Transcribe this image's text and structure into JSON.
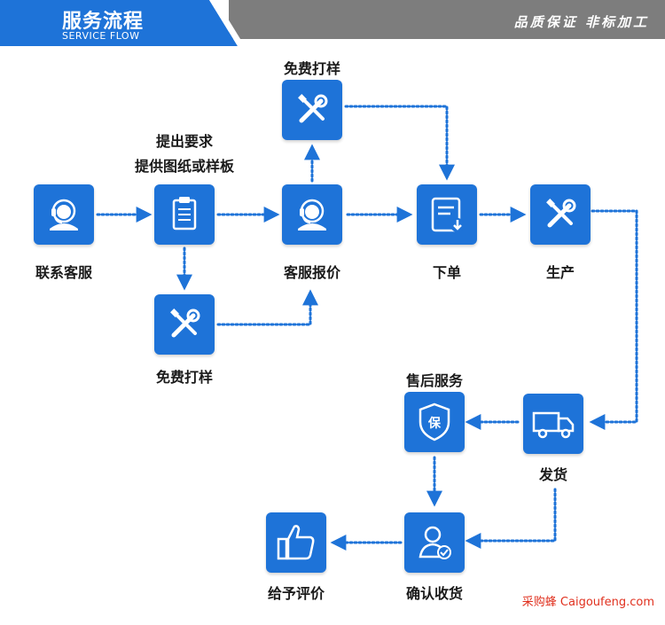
{
  "header": {
    "title": "服务流程",
    "subtitle": "SERVICE FLOW",
    "tagline": "品质保证 非标加工"
  },
  "nodes": {
    "contact": "联系客服",
    "submit_line1": "提出要求",
    "submit_line2": "提供图纸或样板",
    "sample_top": "免费打样",
    "sample_bottom": "免费打样",
    "quote": "客服报价",
    "order": "下单",
    "production": "生产",
    "shipping": "发货",
    "after_sales": "售后服务",
    "receipt": "确认收货",
    "review": "给予评价"
  },
  "icons": {
    "contact": "headset-agent-icon",
    "submit": "clipboard-icon",
    "sample": "tools-icon",
    "quote": "headset-agent-icon",
    "order": "document-download-icon",
    "production": "tools-icon",
    "shipping": "delivery-truck-icon",
    "after_sales": "shield-badge-icon",
    "receipt": "user-check-icon",
    "review": "thumbs-up-icon"
  },
  "shield_text": "保",
  "watermark": "采购蜂 Caigoufeng.com",
  "colors": {
    "node": "#1e73d8",
    "header_blue": "#1e73d8",
    "header_gray": "#7d7d7d",
    "connector": "#1e73d8",
    "watermark": "#e0301e"
  }
}
